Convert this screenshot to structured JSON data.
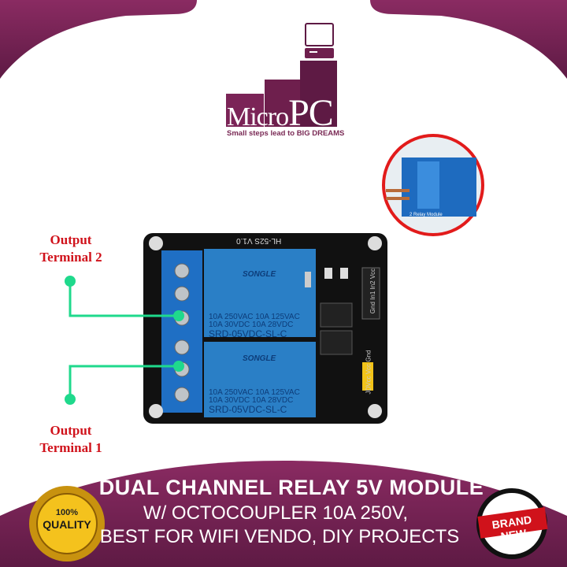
{
  "brand": {
    "name_part1": "Micro",
    "name_part2": "PC",
    "tagline": "Small steps lead to BIG DREAMS"
  },
  "labels": {
    "terminal2": "Output Terminal 2",
    "terminal1": "Output Terminal 1"
  },
  "board": {
    "model": "HL-52S V1.0",
    "relay_brand": "SONGLE",
    "rating_line1": "10A 250VAC  10A 125VAC",
    "rating_line2": "10A 30VDC  10A 28VDC",
    "relay_model": "SRD-05VDC-SL-C",
    "pins": "Gnd In1 In2 Vcc",
    "jumper": "JDVcc Vcc Gnd"
  },
  "inset": {
    "caption": "2 Relay Module"
  },
  "headline": {
    "line1": "DUAL CHANNEL RELAY 5V MODULE",
    "line2": "W/ OCTOCOUPLER 10A 250V,",
    "line3": "BEST FOR WIFI VENDO, DIY PROJECTS"
  },
  "badges": {
    "quality_top": "100%",
    "quality_main": "QUALITY",
    "brand_new": "BRAND NEW"
  },
  "colors": {
    "brand_purple": "#7b2457",
    "accent_green": "#1fd98c",
    "label_red": "#d0121b",
    "relay_blue": "#2a7fc6"
  }
}
